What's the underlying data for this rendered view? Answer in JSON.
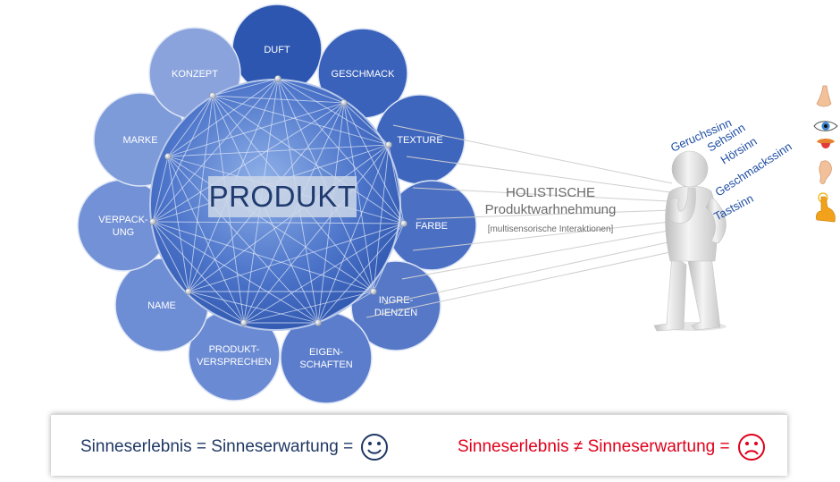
{
  "center": {
    "label": "PRODUKT"
  },
  "petals": [
    {
      "label": "DUFT"
    },
    {
      "label": "GESCHMACK"
    },
    {
      "label": "TEXTURE"
    },
    {
      "label": "FARBE"
    },
    {
      "label": "INGRE-",
      "label2": "DIENZEN"
    },
    {
      "label": "EIGEN-",
      "label2": "SCHAFTEN"
    },
    {
      "label": "PRODUKT-",
      "label2": "VERSPRECHEN"
    },
    {
      "label": "NAME"
    },
    {
      "label": "VERPACK-",
      "label2": "UNG"
    },
    {
      "label": "MARKE"
    },
    {
      "label": "KONZEPT"
    }
  ],
  "holistic": {
    "line1": "HOLISTISCHE",
    "line2": "Produktwarhnehmung",
    "line3": "[multisensorische Interaktionen]"
  },
  "senses": [
    "Geruchssinn",
    "Sehsinn",
    "Hörsinn",
    "Geschmackssinn",
    "Tastsinn"
  ],
  "sense_icons": [
    "nose-icon",
    "eye-icon",
    "tongue-icon",
    "ear-icon",
    "finger-icon"
  ],
  "equation_left": {
    "text": "Sinneserlebnis = Sinneserwartung ="
  },
  "equation_right": {
    "text": "Sinneserlebnis ≠ Sinneserwartung ="
  },
  "colors": {
    "dark_blue": "#2f57b3",
    "mid_blue": "#4a6fc6",
    "light_blue": "#7f9bd6",
    "red": "#e0001b",
    "navy": "#1f3864"
  }
}
